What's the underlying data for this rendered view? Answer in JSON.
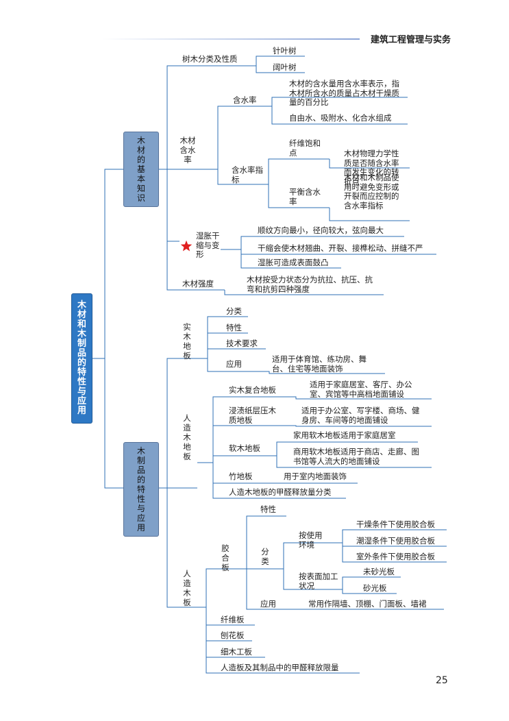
{
  "header": {
    "title": "建筑工程管理与实务"
  },
  "page_number": "25",
  "colors": {
    "line": "#2e6fb5",
    "box": "#7fa0c8",
    "root": "#2e78c4",
    "star": "#e02020"
  },
  "root": "木材和木制品的特性与应用",
  "branch1": {
    "title": "木材的基本知识",
    "tree_class": {
      "label": "树木分类及性质",
      "leaf1": "针叶树",
      "leaf2": "阔叶树"
    },
    "moisture": {
      "label": "木材含水率",
      "content": {
        "label": "含水率",
        "desc1": "木材的含水量用含水率表示，指木材所含水的质量占木材干燥质量的百分比",
        "desc2": "自由水、吸附水、化合水组成"
      },
      "index": {
        "label": "含水率指标",
        "fsp": {
          "label": "纤维饱和点",
          "desc": "木材物理力学性质是否随含水率而发生变化的转折点"
        },
        "emc": {
          "label": "平衡含水率",
          "desc": "木材和木制品使用时避免变形或开裂而应控制的含水率指标"
        }
      }
    },
    "swell": {
      "label": "湿胀干缩与变形",
      "item1": "顺纹方向最小，径向较大，弦向最大",
      "item2": "干缩会使木材翘曲、开裂、接榫松动、拼缝不严",
      "item3": "湿胀可造成表面鼓凸"
    },
    "strength": {
      "label": "木材强度",
      "desc": "木材按受力状态分为抗拉、抗压、抗弯和抗剪四种强度"
    }
  },
  "branch2": {
    "title": "木制品的特性与应用",
    "solid": {
      "label": "实木地板",
      "cls": "分类",
      "prop": "特性",
      "req": "技术要求",
      "use": "应用",
      "use_desc": "适用于体育馆、练功房、舞台、住宅等地面装饰"
    },
    "art_floor": {
      "label": "人造木地板",
      "composite": {
        "label": "实木复合地板",
        "desc": "适用于家庭居室、客厅、办公室、宾馆等中高档地面铺设"
      },
      "laminate": {
        "label": "浸渍纸层压木质地板",
        "desc": "适用于办公室、写字楼、商场、健身房、车间等的地面铺设"
      },
      "cork": {
        "label": "软木地板",
        "home": "家用软木地板适用于家庭居室",
        "comm": "商用软木地板适用于商店、走廊、图书馆等人流大的地面铺设"
      },
      "bamboo": {
        "label": "竹地板",
        "desc": "用于室内地面装饰"
      },
      "formaldehyde": "人造木地板的甲醛释放量分类"
    },
    "art_board": {
      "label": "人造木板",
      "plywood": {
        "label": "胶合板",
        "prop": "特性",
        "cls": "分类",
        "env": {
          "label": "按使用环境",
          "i1": "干燥条件下使用胶合板",
          "i2": "潮湿条件下使用胶合板",
          "i3": "室外条件下使用胶合板"
        },
        "surface": {
          "label": "按表面加工状况",
          "i1": "未砂光板",
          "i2": "砂光板"
        },
        "use": {
          "label": "应用",
          "desc": "常用作隔墙、顶棚、门面板、墙裙"
        }
      },
      "fiber": "纤维板",
      "shaving": "刨花板",
      "block": "细木工板",
      "limit": "人造板及其制品中的甲醛释放限量"
    }
  }
}
